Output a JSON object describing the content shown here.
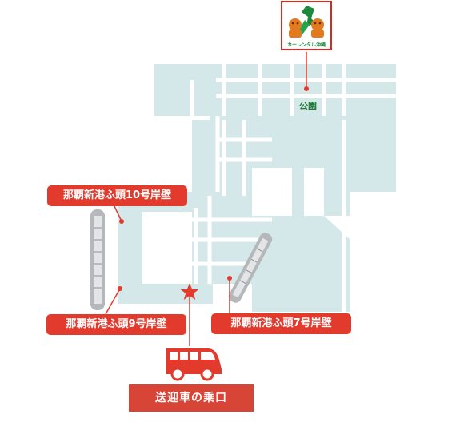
{
  "labels": {
    "pier10": "那覇新港ふ頭10号岸壁",
    "pier9": "那覇新港ふ頭9号岸壁",
    "pier7": "那覇新港ふ頭7号岸壁",
    "park": "公園",
    "pickup": "送迎車の乗口",
    "logo_text": "カーレンタル沖縄"
  },
  "colors": {
    "land": "#d4e7e9",
    "road": "#ffffff",
    "accent": "#e23b2e",
    "pickup": "#d64535",
    "green": "#1b8a3a"
  },
  "icons": {
    "marker": "star-icon",
    "vehicle": "van-icon",
    "ship": "ship-icon",
    "logo": "shisa-logo-icon"
  }
}
